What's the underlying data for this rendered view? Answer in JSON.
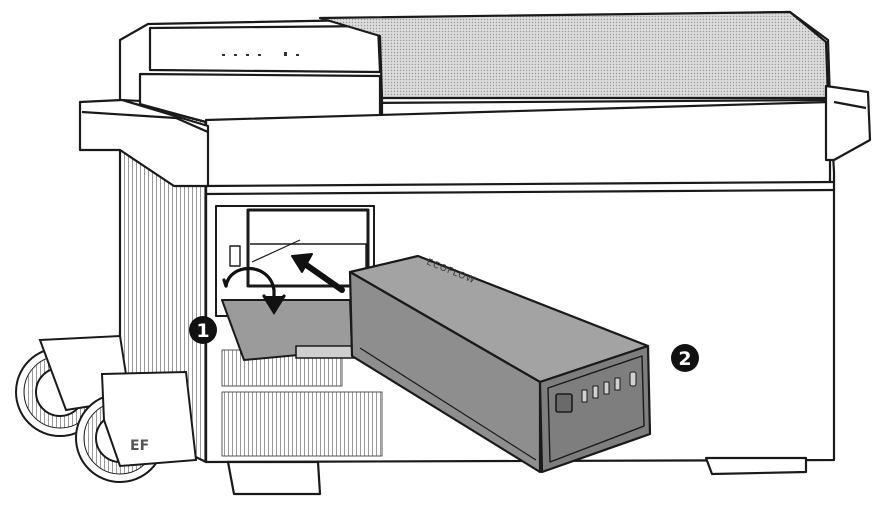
{
  "diagram": {
    "callouts": [
      {
        "number": "1",
        "meaning": "open-battery-compartment-cover"
      },
      {
        "number": "2",
        "meaning": "battery-pack"
      }
    ],
    "battery_brand": "ECOFLOW",
    "cooler_logo": "EF",
    "colors": {
      "outline": "#1a1a1a",
      "battery_fill": "#8e8e8e",
      "battery_top": "#a3a3a3",
      "callout_fill": "#111111"
    },
    "icons": [
      "rotate-arrow-icon",
      "insert-arrow-icon"
    ]
  }
}
